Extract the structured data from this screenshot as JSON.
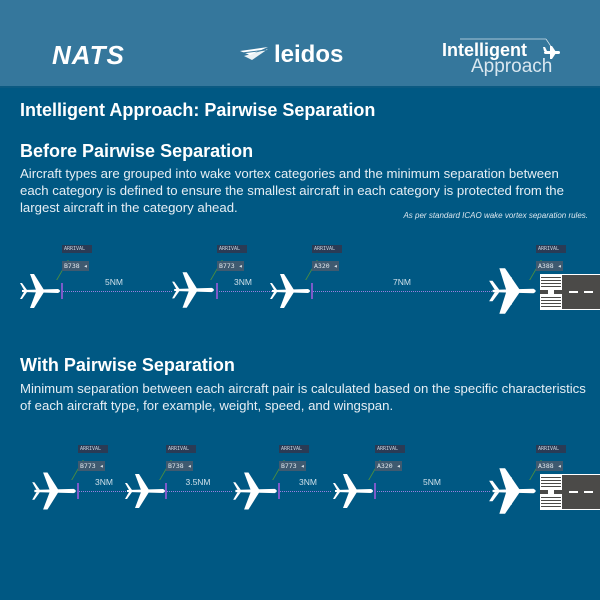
{
  "header": {
    "logos": [
      "NATS",
      "leidos",
      "Intelligent Approach"
    ],
    "nats": "NATS",
    "leidos": "leidos",
    "ia_line1": "Intelligent",
    "ia_line2": "Approach"
  },
  "title": "Intelligent Approach: Pairwise Separation",
  "before": {
    "title": "Before Pairwise Separation",
    "description": "Aircraft types are grouped into wake vortex categories and the minimum separation between each category is defined to ensure the smallest aircraft in each category is protected from the largest aircraft in the category ahead.",
    "note": "As per standard ICAO wake vortex separation rules.",
    "aircraft": [
      {
        "status": "ARRIVAL",
        "type": "B738"
      },
      {
        "status": "ARRIVAL",
        "type": "B773"
      },
      {
        "status": "ARRIVAL",
        "type": "A320"
      },
      {
        "status": "ARRIVAL",
        "type": "A388"
      }
    ],
    "separations": [
      "5NM",
      "3NM",
      "7NM"
    ]
  },
  "with": {
    "title": "With Pairwise Separation",
    "description": "Minimum separation between each aircraft pair is calculated based on the specific characteristics of each aircraft type, for example, weight, speed, and wingspan.",
    "aircraft": [
      {
        "status": "ARRIVAL",
        "type": "B773"
      },
      {
        "status": "ARRIVAL",
        "type": "B738"
      },
      {
        "status": "ARRIVAL",
        "type": "B773"
      },
      {
        "status": "ARRIVAL",
        "type": "A320"
      },
      {
        "status": "ARRIVAL",
        "type": "A388"
      }
    ],
    "separations": [
      "3NM",
      "3.5NM",
      "3NM",
      "5NM"
    ]
  },
  "colors": {
    "background": "#005883",
    "header": "#35779c",
    "separation_line": "#7c5ac9",
    "tag_top": "#2a3b55",
    "tag_bottom": "#3f5a70"
  }
}
